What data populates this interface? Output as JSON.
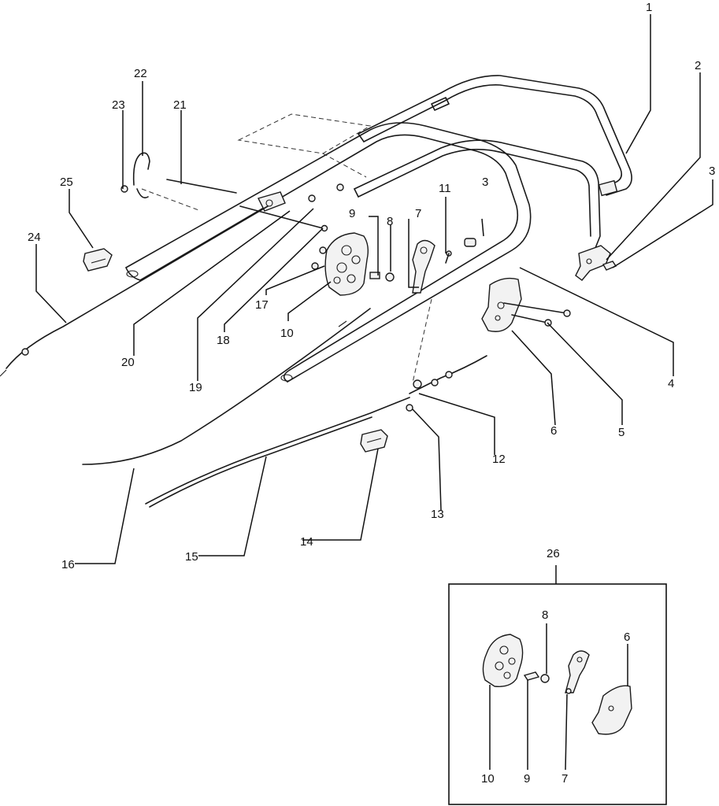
{
  "callouts": {
    "c1": "1",
    "c2": "2",
    "c3a": "3",
    "c3b": "3",
    "c4": "4",
    "c5": "5",
    "c6": "6",
    "c7": "7",
    "c8": "8",
    "c9": "9",
    "c10": "10",
    "c11": "11",
    "c12": "12",
    "c13": "13",
    "c14": "14",
    "c15": "15",
    "c16": "16",
    "c17": "17",
    "c18": "18",
    "c19": "19",
    "c20": "20",
    "c21": "21",
    "c22": "22",
    "c23": "23",
    "c24": "24",
    "c25": "25",
    "c26": "26"
  },
  "inset": {
    "c6": "6",
    "c7": "7",
    "c8": "8",
    "c9": "9",
    "c10": "10"
  }
}
